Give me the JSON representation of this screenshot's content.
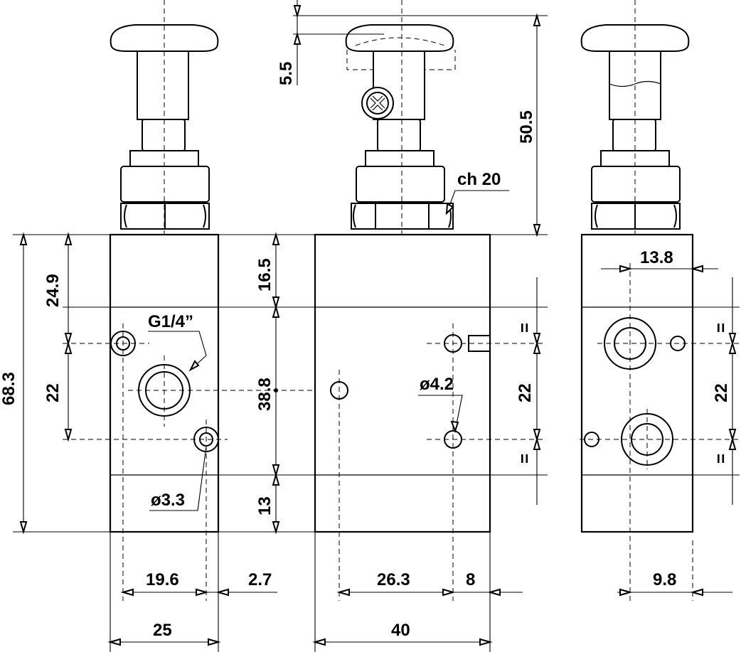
{
  "dimensions": {
    "d_68_3": "68.3",
    "d_24_9": "24.9",
    "d_22_left": "22",
    "d_16_5": "16.5",
    "d_38_8": "38.8",
    "d_13": "13",
    "d_19_6": "19.6",
    "d_2_7": "2.7",
    "d_25": "25",
    "d_26_3": "26.3",
    "d_8": "8",
    "d_40": "40",
    "d_5_5": "5.5",
    "d_50_5": "50.5",
    "d_22_mid": "22",
    "d_22_right": "22",
    "d_13_8": "13.8",
    "d_9_8": "9.8"
  },
  "callouts": {
    "port_thread": "G1/4”",
    "hole_small": "ø3.3",
    "hole_mount": "ø4.2",
    "wrench_size": "ch 20"
  },
  "symbols": {
    "equal_mark": "="
  }
}
